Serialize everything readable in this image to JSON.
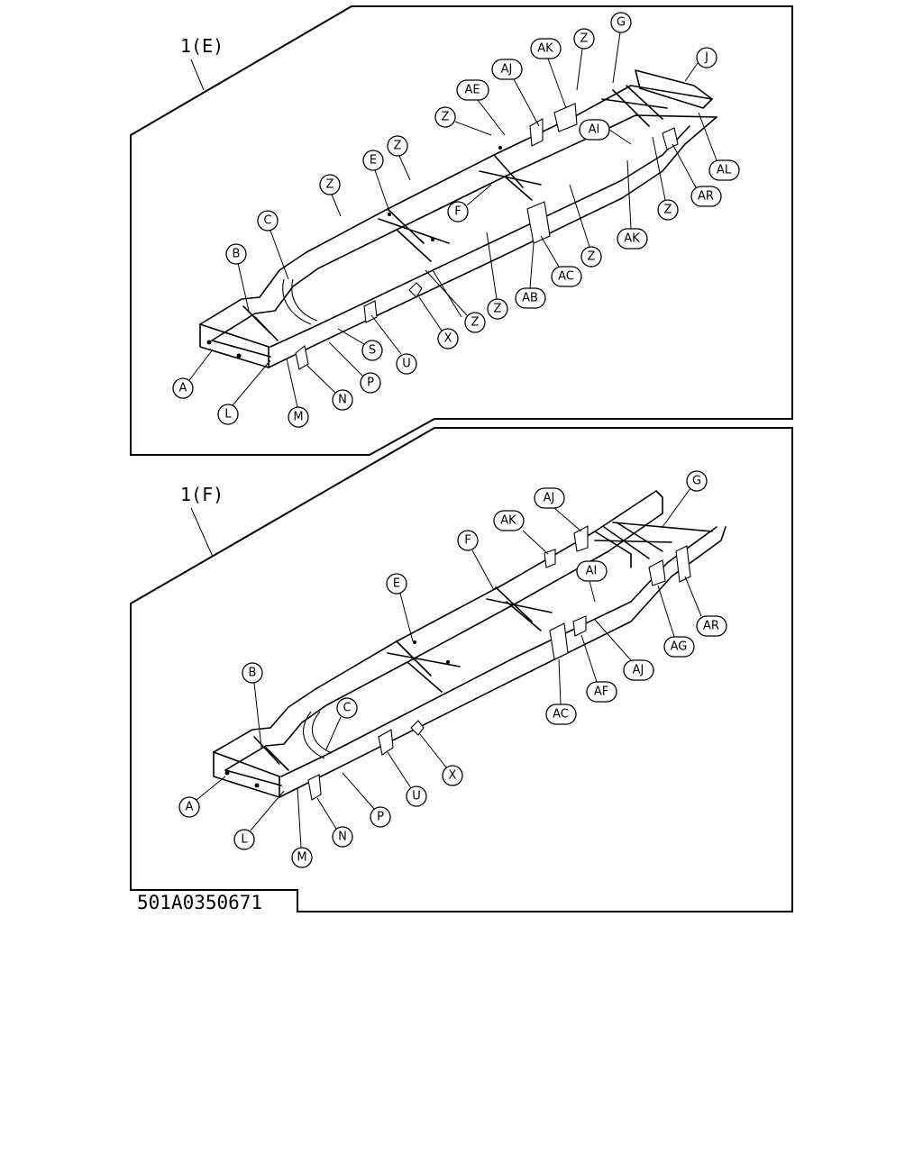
{
  "panels": [
    {
      "title": "1(E)",
      "callouts": [
        "Z",
        "G",
        "AK",
        "AJ",
        "J",
        "AE",
        "Z",
        "AI",
        "Z",
        "AL",
        "E",
        "AR",
        "Z",
        "Z",
        "F",
        "C",
        "Z",
        "AK",
        "B",
        "Z",
        "AC",
        "AB",
        "Z",
        "Z",
        "X",
        "S",
        "U",
        "A",
        "P",
        "N",
        "L",
        "M"
      ]
    },
    {
      "title": "1(F)",
      "callouts": [
        "G",
        "AJ",
        "AK",
        "F",
        "AI",
        "E",
        "AR",
        "AG",
        "AJ",
        "AF",
        "B",
        "C",
        "AC",
        "X",
        "A",
        "P",
        "U",
        "L",
        "N",
        "M"
      ]
    }
  ],
  "figure_code": "501A0350671"
}
